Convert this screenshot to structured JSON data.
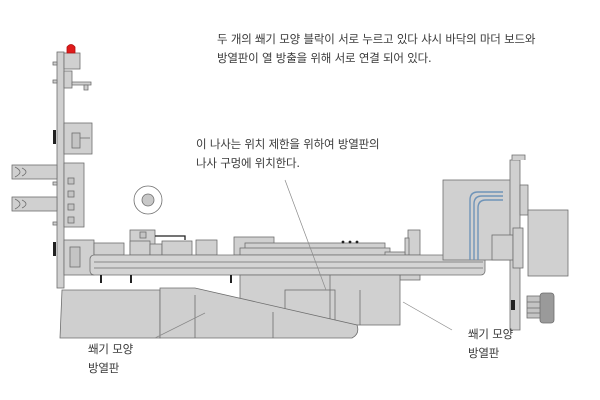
{
  "annotations": {
    "top_note": {
      "lines": [
        "두 개의 쐐기 모양 블락이 서로 누르고 있다  샤시 바닥의 마더 보드와",
        "방열판이 열 방출을 위해 서로 연결 되어 있다."
      ]
    },
    "screw_note": {
      "lines": [
        "이 나사는 위치 제한을 위하여 방열판의",
        "나사 구멍에 위치한다."
      ]
    },
    "left_wedge_label": {
      "lines": [
        "쐐기 모양",
        "방열판"
      ]
    },
    "right_wedge_label": {
      "lines": [
        "쐐기 모양",
        "방열판"
      ]
    }
  },
  "colors": {
    "part_fill": "#d0d0d0",
    "part_fill_dark": "#bdbdbd",
    "outline": "#6e6e6e",
    "led_red": "#e01b1b",
    "heatpipe_blue": "#6f94b8",
    "leader_line": "#8a8a8a",
    "text": "#3a3a3a",
    "knob_dark": "#9a9a9a"
  },
  "components": [
    "front-panel",
    "status-led",
    "usb-ports",
    "connectors",
    "motherboard",
    "wedge-heatsink-left",
    "wedge-heatsink-right",
    "standoff-circle",
    "heatpipes",
    "rear-bracket",
    "thumbscrew",
    "fan-block"
  ]
}
